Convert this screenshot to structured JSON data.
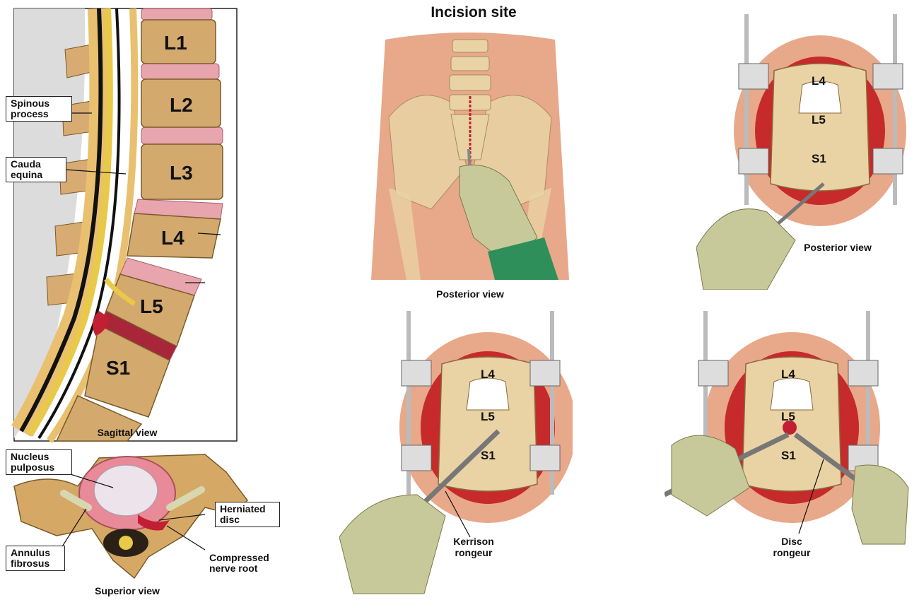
{
  "sagittal": {
    "caption": "Sagittal view",
    "labels": {
      "spinous_process": "Spinous process",
      "cauda_equina": "Cauda equina"
    },
    "vertebrae": [
      "L1",
      "L2",
      "L3",
      "L4",
      "L5",
      "S1"
    ]
  },
  "superior": {
    "caption": "Superior view",
    "labels": {
      "nucleus_pulposus": "Nucleus pulposus",
      "herniated_disc": "Herniated disc",
      "annulus_fibrosus": "Annulus fibrosus",
      "compressed_nerve_root": "Compressed nerve root"
    }
  },
  "incision": {
    "title": "Incision site",
    "caption": "Posterior view"
  },
  "surgical_top": {
    "caption": "Posterior view",
    "vertebrae": [
      "L4",
      "L5",
      "S1"
    ]
  },
  "kerrison": {
    "label": "Kerrison rongeur",
    "vertebrae": [
      "L4",
      "L5",
      "S1"
    ]
  },
  "disc": {
    "label": "Disc rongeur",
    "vertebrae": [
      "L4",
      "L5",
      "S1"
    ]
  },
  "colors": {
    "bone": "#e9d2a4",
    "bone_cancellous": "#d3a96e",
    "disc": "#e8a5ae",
    "skin": "#e8a88a",
    "muscle": "#c62a2a",
    "glove": "#c8c99a",
    "nerve": "#e8c94a"
  }
}
